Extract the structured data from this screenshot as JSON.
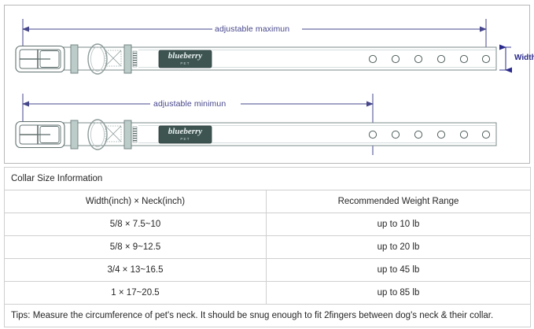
{
  "diagram": {
    "labels": {
      "adjustable_maximum": "adjustable maximun",
      "adjustable_minimum": "adjustable minimun",
      "width": "Width"
    },
    "brand_patch": {
      "name": "blueberry",
      "sub": "PET"
    },
    "collars": [
      {
        "id": "collar-max",
        "holes": 6,
        "dimension_label": "adjustable maximun",
        "arrow_to_hole_index": 6
      },
      {
        "id": "collar-min",
        "holes": 6,
        "dimension_label": "adjustable minimun",
        "arrow_to_hole_index": 1
      }
    ],
    "colors": {
      "dimension_line": "#46468c",
      "strap_outline": "#6f7f7f",
      "hardware_fill": "#bcccc9",
      "patch_fill": "#3d5451",
      "panel_border": "#b8b8b8"
    }
  },
  "table": {
    "title": "Collar Size Information",
    "headers": [
      "Width(inch)  ×  Neck(inch)",
      "Recommended Weight Range"
    ],
    "rows": [
      [
        "5/8 × 7.5~10",
        "up to 10 lb"
      ],
      [
        "5/8 × 9~12.5",
        "up to 20 lb"
      ],
      [
        "3/4 × 13~16.5",
        "up to 45 lb"
      ],
      [
        "1 × 17~20.5",
        "up to 85 lb"
      ]
    ],
    "tips": "Tips: Measure the circumference of pet's neck. It should be snug enough to fit 2fingers between dog's neck & their collar."
  }
}
